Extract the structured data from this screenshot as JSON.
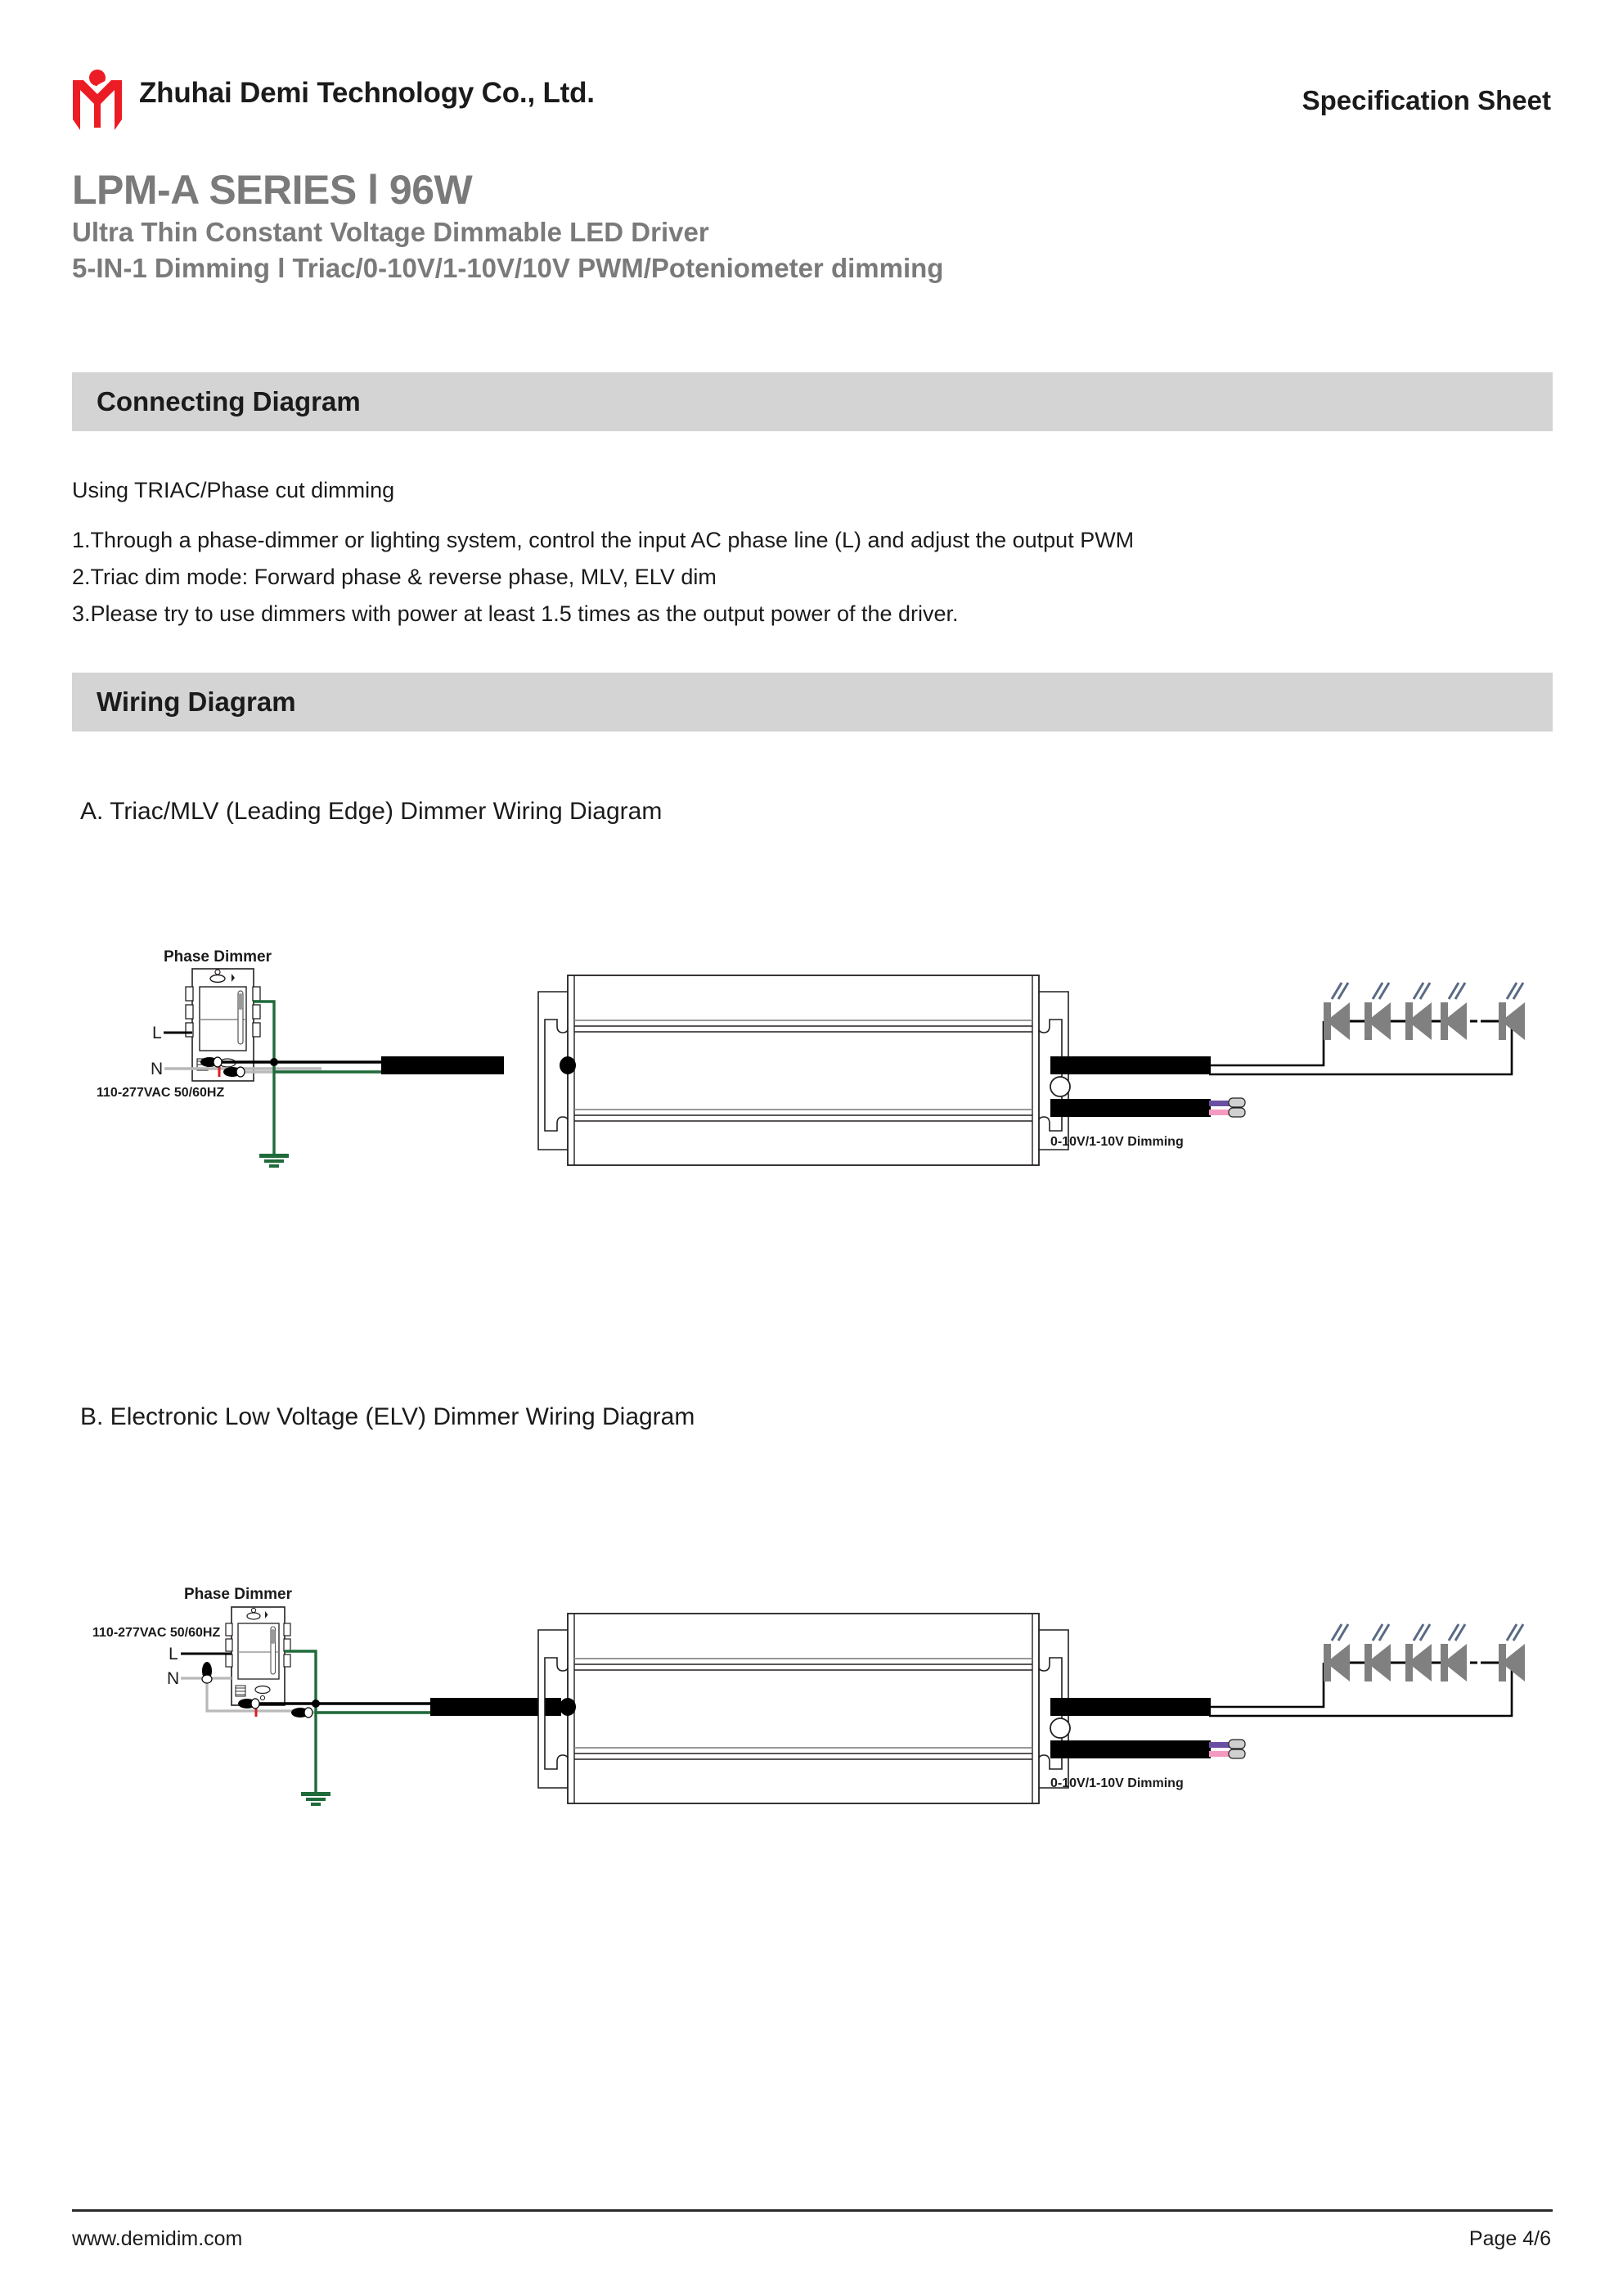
{
  "header": {
    "company_name": "Zhuhai Demi Technology Co., Ltd.",
    "doc_type": "Specification Sheet",
    "logo_icon": "demi-logo-icon",
    "logo_color": "#ec1c24"
  },
  "title": {
    "series": "LPM-A SERIES l 96W",
    "subtitle": "Ultra Thin Constant Voltage Dimmable LED Driver",
    "dimming_line": "5-IN-1 Dimming l  Triac/0-10V/1-10V/10V PWM/Poteniometer dimming",
    "color": "#7a7a7a"
  },
  "sections": {
    "connecting": {
      "bar_label": "Connecting Diagram",
      "bar_color": "#d4d4d4",
      "intro": "Using TRIAC/Phase cut dimming",
      "notes": [
        "1.Through a phase-dimmer or lighting system, control the input AC phase line (L) and adjust the output PWM",
        "2.Triac dim mode: Forward phase & reverse phase, MLV, ELV dim",
        "3.Please try to use dimmers with power at least 1.5 times as the output power of the driver."
      ]
    },
    "wiring": {
      "bar_label": "Wiring Diagram",
      "bar_color": "#d4d4d4",
      "diagrams": [
        {
          "id": "a",
          "caption": "A. Triac/MLV (Leading Edge) Dimmer Wiring Diagram",
          "dimmer_label": "Phase Dimmer",
          "line_label": "L",
          "neutral_label": "N",
          "supply_label": "110-277VAC 50/60HZ",
          "supply_label_position": "below-neutral",
          "dimming_label": "0-10V/1-10V Dimming",
          "led_count": 5,
          "led_color": "#808080",
          "ground_color": "#1f6b3a",
          "dim_wire_colors": [
            "#6a4fa3",
            "#f49ac1"
          ]
        },
        {
          "id": "b",
          "caption": "B. Electronic Low Voltage (ELV) Dimmer Wiring Diagram",
          "dimmer_label": "Phase Dimmer",
          "line_label": "L",
          "neutral_label": "N",
          "supply_label": "110-277VAC 50/60HZ",
          "supply_label_position": "above-line",
          "dimming_label": "0-10V/1-10V Dimming",
          "led_count": 5,
          "led_color": "#808080",
          "ground_color": "#1f6b3a",
          "dim_wire_colors": [
            "#6a4fa3",
            "#f49ac1"
          ]
        }
      ]
    }
  },
  "footer": {
    "website": "www.demidim.com",
    "page": "Page 4/6"
  }
}
